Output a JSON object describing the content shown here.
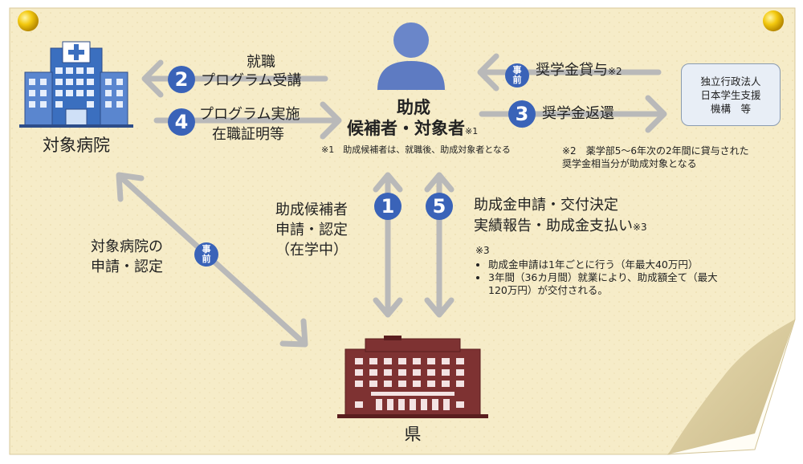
{
  "hospital": {
    "label": "対象病院"
  },
  "candidate": {
    "line1": "助成",
    "line2": "候補者・対象者",
    "mark": "※1",
    "note": "※1　助成候補者は、就職後、助成対象者となる"
  },
  "prefecture": {
    "label": "県"
  },
  "org": {
    "line1": "独立行政法人",
    "line2": "日本学生支援",
    "line3": "機構　等"
  },
  "steps": {
    "s1": {
      "num": "1",
      "label_lines": [
        "助成候補者",
        "申請・認定",
        "（在学中）"
      ]
    },
    "s2": {
      "num": "2",
      "label_lines": [
        "就職",
        "プログラム受講"
      ]
    },
    "s3": {
      "num": "3",
      "label": "奨学金返還"
    },
    "s4": {
      "num": "4",
      "label_lines": [
        "プログラム実施",
        "在職証明等"
      ]
    },
    "s5": {
      "num": "5",
      "label_lines": [
        "助成金申請・交付決定",
        "実績報告・助成金支払い"
      ],
      "mark": "※3"
    }
  },
  "advance_badge": {
    "line1": "事",
    "line2": "前"
  },
  "loan": {
    "label": "奨学金貸与",
    "mark": "※2"
  },
  "hospital_apply": {
    "lines": [
      "対象病院の",
      "申請・認定"
    ]
  },
  "note2": {
    "lines": [
      "※2　薬学部5～6年次の2年間に貸与された",
      "奨学金相当分が助成対象となる"
    ]
  },
  "note3": {
    "title": "※3",
    "bullets": [
      "助成金申請は1年ごとに行う（年最大40万円）",
      "3年間（36カ月間）就業により、助成額全て（最大",
      "120万円）が交付される。"
    ]
  },
  "colors": {
    "paper": "#f6ecc8",
    "badge": "#3a63b8",
    "arrow": "#b9b9b9",
    "building_red": "#8b3a3a",
    "hospital_blue": "#3b6fbf"
  }
}
